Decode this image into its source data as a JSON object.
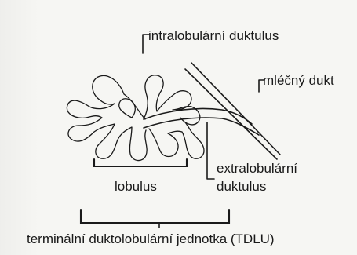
{
  "labels": {
    "intralobular": "intralobulární duktulus",
    "milk_duct": "mléčný dukt",
    "extralobular_line1": "extralobulární",
    "extralobular_line2": "duktulus",
    "lobulus": "lobulus",
    "tdlu": "terminální duktolobulární jednotka (TDLU)"
  }
}
